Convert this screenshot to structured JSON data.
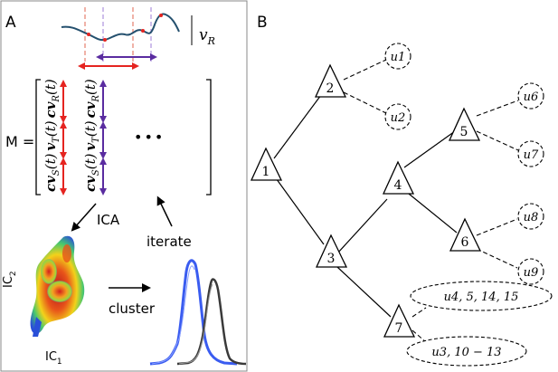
{
  "panel_a": {
    "label": "A",
    "signal_label": "v",
    "signal_subscript": "R",
    "matrix_label": "M =",
    "column_1": {
      "terms": [
        "cv",
        "(t)",
        "v",
        "(t)",
        "cv",
        "(t)"
      ],
      "subs": [
        "S",
        "T",
        "R"
      ]
    },
    "column_2": {
      "terms": [
        "cv",
        "(t)",
        "v",
        "(t)",
        "cv",
        "(t)"
      ],
      "subs": [
        "S",
        "T",
        "R"
      ]
    },
    "ellipsis": "•••",
    "ica_label": "ICA",
    "iterate_label": "iterate",
    "cluster_label": "cluster",
    "axis_ic2": "IC",
    "axis_ic2_sub": "2",
    "axis_ic1": "IC",
    "axis_ic1_sub": "1",
    "colors": {
      "red": "#e52420",
      "purple": "#5a2ca0",
      "blue": "#3a5cf0",
      "dark": "#3a3a3a",
      "wave": "#24506e"
    }
  },
  "panel_b": {
    "label": "B",
    "nodes": [
      {
        "id": "1",
        "label": "1"
      },
      {
        "id": "2",
        "label": "2"
      },
      {
        "id": "3",
        "label": "3"
      },
      {
        "id": "4",
        "label": "4"
      },
      {
        "id": "5",
        "label": "5"
      },
      {
        "id": "6",
        "label": "6"
      },
      {
        "id": "7",
        "label": "7"
      }
    ],
    "leaves": [
      {
        "id": "u1",
        "label": "u1"
      },
      {
        "id": "u2",
        "label": "u2"
      },
      {
        "id": "u6",
        "label": "u6"
      },
      {
        "id": "u7",
        "label": "u7"
      },
      {
        "id": "u8",
        "label": "u8"
      },
      {
        "id": "u9",
        "label": "u9"
      },
      {
        "id": "u4-group",
        "label": "u4, 5, 14, 15"
      },
      {
        "id": "u3-group",
        "label": "u3, 10 − 13"
      }
    ]
  }
}
